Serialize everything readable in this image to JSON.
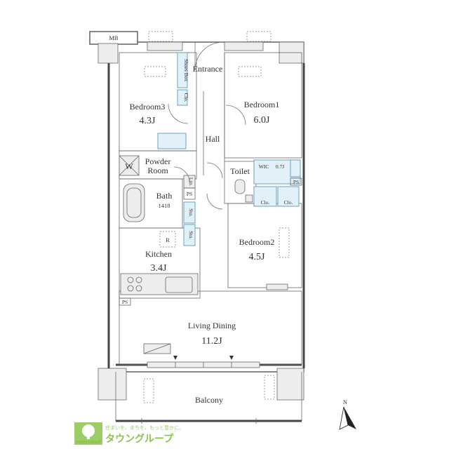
{
  "rooms": {
    "mb": "MB",
    "entrance": "Entrance",
    "shoes_box": "Shoes Box",
    "bedroom3": {
      "name": "Bedroom3",
      "area": "4.3J"
    },
    "bedroom1": {
      "name": "Bedroom1",
      "area": "6.0J"
    },
    "hall": "Hall",
    "closet": "Clo.",
    "washer": "W",
    "powder": {
      "line1": "Powder",
      "line2": "Room"
    },
    "toilet": "Toilet",
    "wic": {
      "name": "WIC",
      "area": "0.7J"
    },
    "ps": "PS",
    "linen": "Lin.",
    "bath": {
      "name": "Bath",
      "size": "1418"
    },
    "storage": "Sto.",
    "bedroom2": {
      "name": "Bedroom2",
      "area": "4.5J"
    },
    "refrigerator": "R",
    "kitchen": {
      "name": "Kitchen",
      "area": "3.4J"
    },
    "living": {
      "name": "Living Dining",
      "area": "11.2J"
    },
    "balcony": "Balcony"
  },
  "compass": {
    "label": "N"
  },
  "logo": {
    "tagline": "住まいを、まちを、もっと豊かに。",
    "name": "タウングループ",
    "sub": "TOWN GROUP"
  }
}
